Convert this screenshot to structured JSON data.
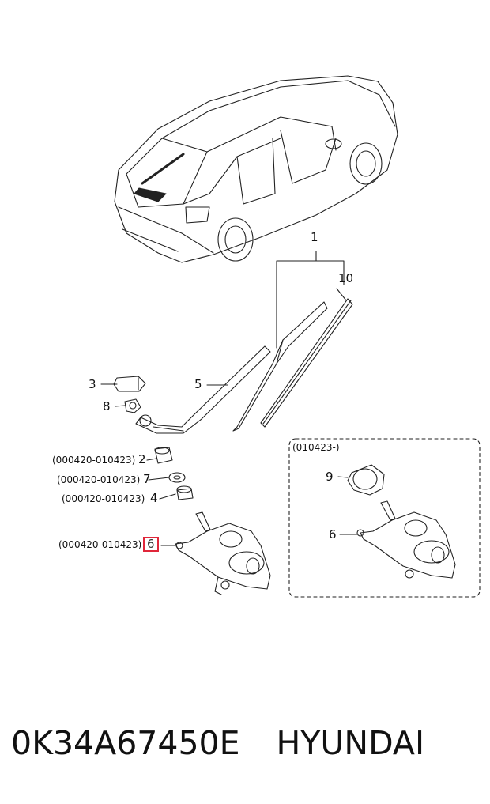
{
  "diagram": {
    "callouts": {
      "c1": "1",
      "c10": "10",
      "c3": "3",
      "c5": "5",
      "c8": "8",
      "c2": "2",
      "c7": "7",
      "c4": "4",
      "c6a": "6",
      "c9": "9",
      "c6b": "6"
    },
    "date_ranges": {
      "r2": "(000420-010423)",
      "r7": "(000420-010423)",
      "r4": "(000420-010423)",
      "r6": "(000420-010423)",
      "inset": "(010423-)"
    },
    "highlight_color": "#e0263a"
  },
  "footer": {
    "part_number": "0K34A67450E",
    "brand": "HYUNDAI"
  }
}
